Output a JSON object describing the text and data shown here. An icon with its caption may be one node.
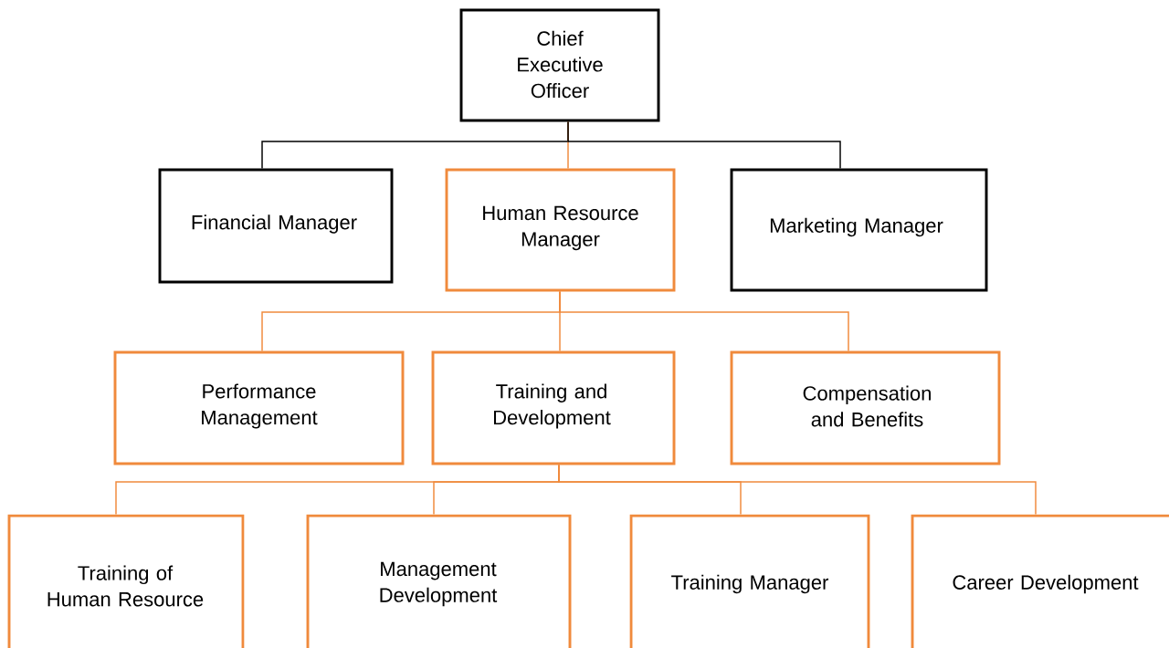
{
  "diagram": {
    "nodes": [
      {
        "text": [
          "Chief Executive Officer"
        ]
      },
      {
        "text": [
          "Financial Manager"
        ]
      },
      {
        "text": [
          "Human Resource Manager"
        ]
      },
      {
        "text": [
          "Marketing Manager"
        ]
      },
      {
        "text": [
          "Performance Management"
        ]
      },
      {
        "text": [
          "Training and Development"
        ]
      },
      {
        "text": [
          "Compensation and Benefits"
        ]
      },
      {
        "text": [
          "Training of Human Resource"
        ]
      },
      {
        "text": [
          "Management Development"
        ]
      },
      {
        "text": [
          "Training Manager"
        ]
      },
      {
        "text": [
          "Career Development"
        ]
      }
    ],
    "edges": [
      {
        "from": 0,
        "to": 1,
        "arrow": "none",
        "color": "#000000"
      },
      {
        "from": 0,
        "to": 2,
        "arrow": "none"
      },
      {
        "from": 0,
        "to": 3,
        "arrow": "none",
        "color": "#000000"
      },
      {
        "from": 2,
        "to": 4,
        "arrow": "none"
      },
      {
        "from": 2,
        "to": 5,
        "arrow": "none"
      },
      {
        "from": 2,
        "to": 6,
        "arrow": "none"
      },
      {
        "from": 5,
        "to": 7,
        "arrow": "none"
      },
      {
        "from": 5,
        "to": 8,
        "arrow": "none"
      },
      {
        "from": 5,
        "to": 9,
        "arrow": "none"
      },
      {
        "from": 5,
        "to": 10,
        "arrow": "none"
      }
    ]
  }
}
